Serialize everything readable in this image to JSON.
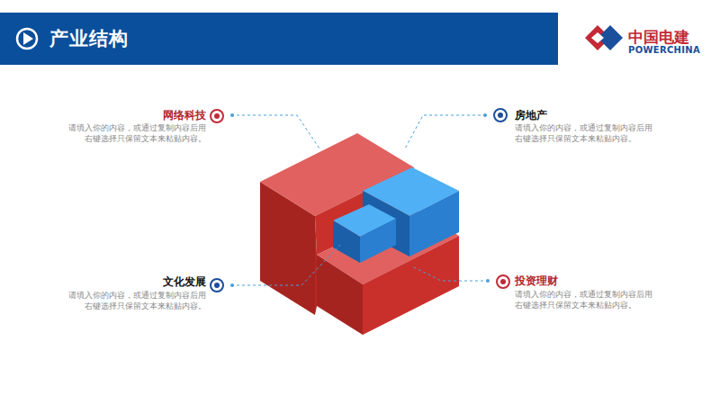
{
  "diagram": {
    "title": "产业结构",
    "labels": [
      "中国电建",
      "POWERCHINA",
      "网络科技",
      "请填入你的内容，或通过复制内容后用右键选择只保留文本来粘贴内容。",
      "房地产",
      "请填入你的内容，或通过复制内容后用右键选择只保留文本来粘贴内容。",
      "文化发展",
      "请填入你的内容，或通过复制内容后用右键选择只保留文本来粘贴内容。",
      "投资理财",
      "请填入你的内容，或通过复制内容后用右键选择只保留文本来粘贴内容。"
    ]
  }
}
